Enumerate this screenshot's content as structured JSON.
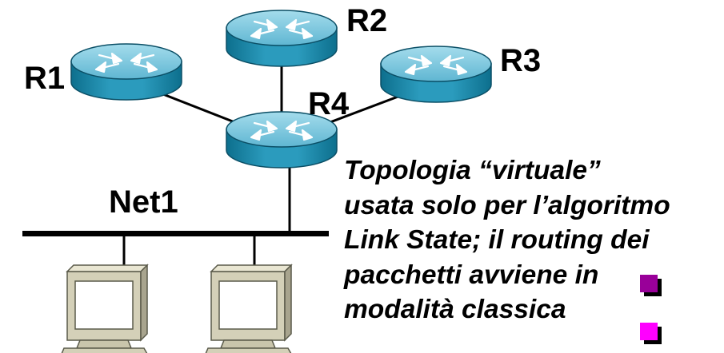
{
  "routers": {
    "r1": "R1",
    "r2": "R2",
    "r3": "R3",
    "r4": "R4"
  },
  "network": {
    "label": "Net1"
  },
  "caption": {
    "lines": [
      "Topologia “virtuale”",
      "usata solo per l’algoritmo",
      "Link State; il routing dei",
      "pacchetti avviene in",
      "modalità classica"
    ]
  },
  "colors": {
    "router_body": "#1f8fb0",
    "router_top": "#79c6de",
    "bullet_1": "#990099",
    "bullet_2": "#ff00ff"
  }
}
